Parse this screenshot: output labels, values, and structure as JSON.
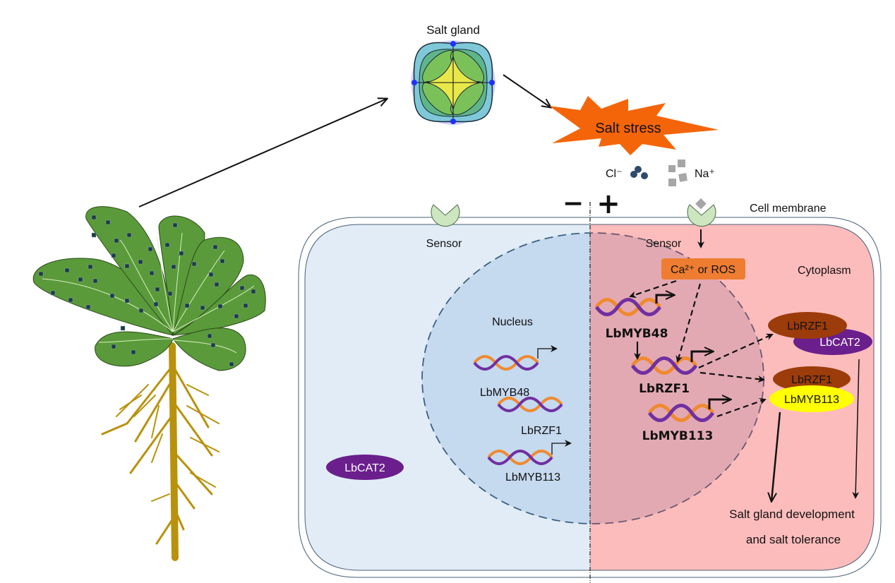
{
  "title_salt_gland": "Salt gland",
  "salt_stress": "Salt stress",
  "ions": {
    "chloride": "Cl⁻",
    "sodium": "Na⁺"
  },
  "membrane_potential": {
    "negative": "−",
    "positive": "+"
  },
  "cell_membrane": "Cell membrane",
  "left_cell": {
    "sensor": "Sensor",
    "nucleus": "Nucleus",
    "genes": [
      "LbMYB48",
      "LbRZF1",
      "LbMYB113"
    ],
    "protein": "LbCAT2"
  },
  "right_cell": {
    "sensor": "Sensor",
    "signal": "Ca²⁺ or ROS",
    "cytoplasm": "Cytoplasm",
    "genes": [
      "LbMYB48",
      "LbRZF1",
      "LbMYB113"
    ],
    "complex1": {
      "top": "LbRZF1",
      "bottom": "LbCAT2"
    },
    "complex2": {
      "top": "LbRZF1",
      "bottom": "LbMYB113"
    },
    "outcome_line1": "Salt gland development",
    "outcome_line2": "and salt tolerance"
  },
  "colors": {
    "leaf": "#5a9a3a",
    "root": "#b8920c",
    "left_cytoplasm": "#e1ecf7",
    "left_nucleus": "#c5d9ef",
    "right_cytoplasm": "#fdbcbc",
    "right_nucleus": "#e3a9b3",
    "signal_box": "#ee7d31",
    "salt_stress": "#f4650a",
    "dna_purple": "#7030a0",
    "dna_orange": "#f08a30",
    "rzf1_brown": "#9c3c0a",
    "cat2_purple": "#6a1f8c",
    "myb113_yellow": "#ffff00",
    "sensor_green": "#cde6c0"
  }
}
